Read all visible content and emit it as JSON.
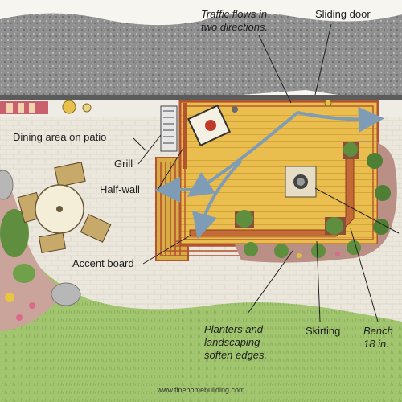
{
  "labels": {
    "traffic": "Traffic flows in\ntwo directions.",
    "sliding_door": "Sliding door",
    "dining": "Dining area on patio",
    "grill": "Grill",
    "half_wall": "Half-wall",
    "accent_board": "Accent board",
    "planters": "Planters and\nlandscaping\nsoften edges.",
    "skirting": "Skirting",
    "bench": "Bench\n18 in."
  },
  "credit": "www.finehomebuilding.com",
  "colors": {
    "roof": "#8f8f8f",
    "deck": "#e9bd4e",
    "deck_border": "#b2542f",
    "patio": "#ebe6dc",
    "lawn": "#9fc46d",
    "arrow": "#7f9cb6",
    "planter": "#5f8f3e"
  }
}
